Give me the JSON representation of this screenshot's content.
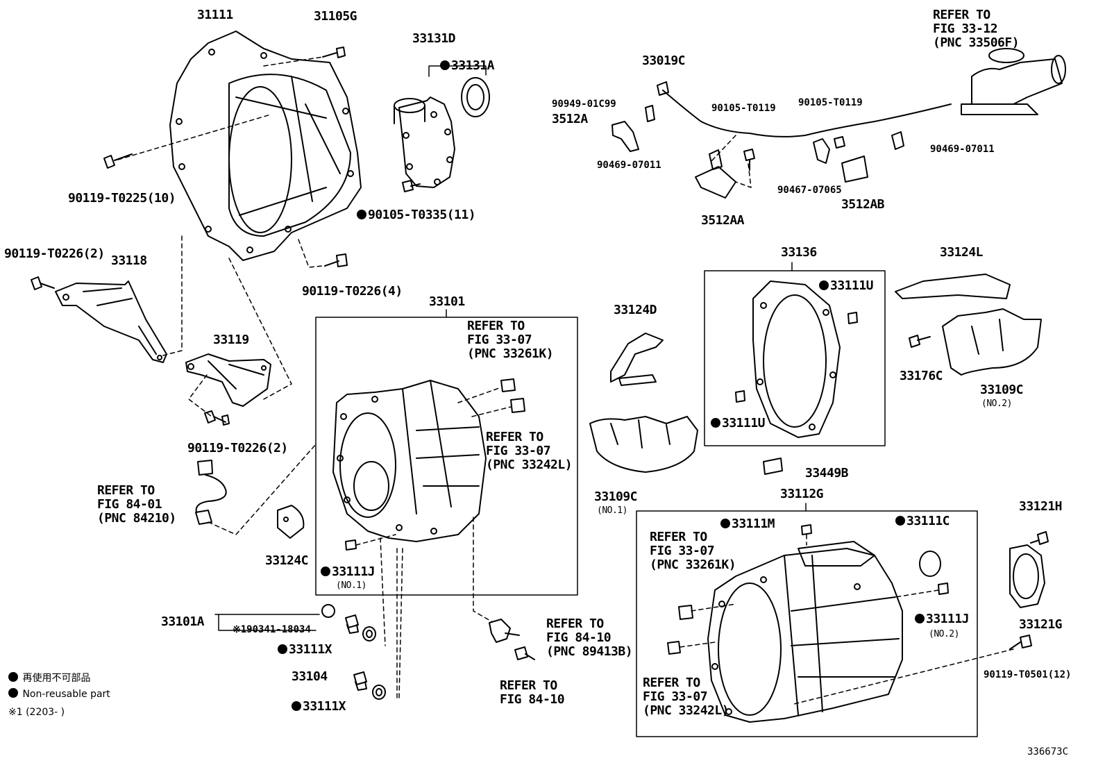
{
  "labels": {
    "l31111": "31111",
    "l31105G": "31105G",
    "l90119_T0225": "90119-T0225(10)",
    "l90119_T0226_2a": "90119-T0226(2)",
    "l33118": "33118",
    "l90119_T0226_4": "90119-T0226(4)",
    "l33119": "33119",
    "l90119_T0226_2b": "90119-T0226(2)",
    "l33131D": "33131D",
    "l33131A": "33131A",
    "l90105_T0335": "90105-T0335(11)",
    "ref_84_01": {
      "a": "REFER TO",
      "b": "FIG 84-01",
      "c": "(PNC 84210)"
    },
    "l33124C": "33124C",
    "l33101": "33101",
    "ref_33261K": {
      "a": "REFER TO",
      "b": "FIG 33-07",
      "c": "(PNC 33261K)"
    },
    "ref_33242L": {
      "a": "REFER TO",
      "b": "FIG 33-07",
      "c": "(PNC 33242L)"
    },
    "l33111J": "33111J",
    "no1": "(NO.1)",
    "no2": "(NO.2)",
    "l33101A": "33101A",
    "l90341": "※190341-18034",
    "l33111X": "33111X",
    "l33104": "33104",
    "ref_89413B": {
      "a": "REFER TO",
      "b": "FIG 84-10",
      "c": "(PNC 89413B)"
    },
    "ref_84_10": {
      "a": "REFER TO",
      "b": "FIG 84-10"
    },
    "l33019C": "33019C",
    "l90949": "90949-01C99",
    "l3512A": "3512A",
    "l90105_T0119": "90105-T0119",
    "l90469": "90469-07011",
    "l90467": "90467-07065",
    "l3512AB": "3512AB",
    "l3512AA": "3512AA",
    "ref_33506F": {
      "a": "REFER TO",
      "b": "FIG 33-12",
      "c": "(PNC 33506F)"
    },
    "l33136": "33136",
    "l33111U": "33111U",
    "l33124L": "33124L",
    "l33124D": "33124D",
    "l33176C": "33176C",
    "l33109C": "33109C",
    "l33449B": "33449B",
    "l33112G": "33112G",
    "l33111M": "33111M",
    "l33111C": "33111C",
    "l33121H": "33121H",
    "l33121G": "33121G",
    "l90119_T0501": "90119-T0501(12)"
  },
  "legend": {
    "ja": "再使用不可部品",
    "en": "Non-reusable part",
    "note": "※1 (2203-      )"
  },
  "figure_id": "336673C"
}
